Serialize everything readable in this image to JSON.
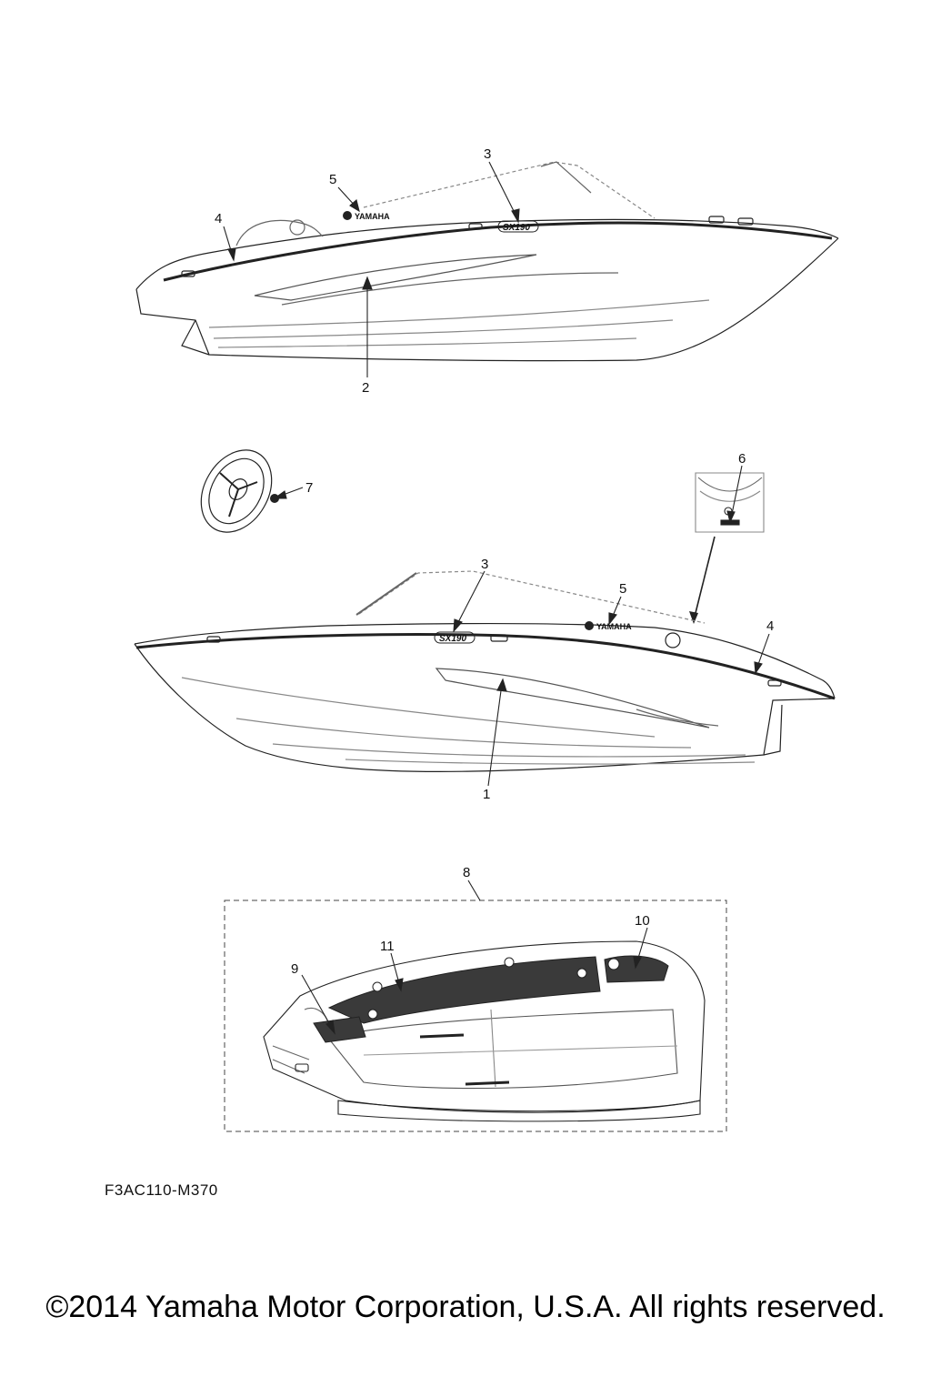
{
  "callouts": {
    "c1": "1",
    "c2": "2",
    "c3a": "3",
    "c3b": "3",
    "c4a": "4",
    "c4b": "4",
    "c5a": "5",
    "c5b": "5",
    "c6": "6",
    "c7": "7",
    "c8": "8",
    "c9": "9",
    "c10": "10",
    "c11": "11"
  },
  "decals": {
    "brand_logo": "YAMAHA",
    "model_badge": "SX190"
  },
  "figure_code": "F3AC110-M370",
  "copyright": "©2014 Yamaha Motor Corporation, U.S.A. All rights reserved.",
  "colors": {
    "line": "#222222",
    "mat_fill": "#3a3a3a",
    "light_line": "#777777",
    "background": "#ffffff"
  }
}
